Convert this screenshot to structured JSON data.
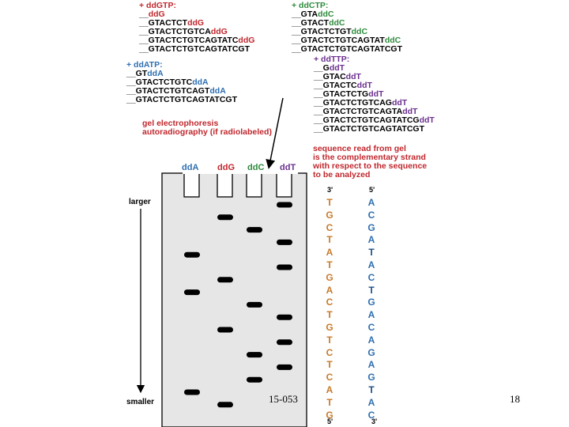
{
  "colors": {
    "G": "#c1272d",
    "C": "#2e8b3d",
    "A": "#2f6fb0",
    "T": "#6b2f8f",
    "note": "#c1272d",
    "read": "#c87a2a",
    "comp": "#2f6fb0"
  },
  "blocks": {
    "ddGTP": {
      "head": "+ ddGTP:",
      "color": "#c1272d",
      "lines": [
        {
          "pre": "__",
          "base": "",
          "dd": "ddG"
        },
        {
          "pre": "__",
          "base": "GTACTCT",
          "dd": "ddG"
        },
        {
          "pre": "__",
          "base": "GTACTCTGTCA",
          "dd": "ddG"
        },
        {
          "pre": "__",
          "base": "GTACTCTGTCAGTATC",
          "dd": "ddG"
        },
        {
          "pre": "__",
          "base": "GTACTCTGTCAGTATCGT",
          "dd": ""
        }
      ]
    },
    "ddCTP": {
      "head": "+ ddCTP:",
      "color": "#2e8b3d",
      "lines": [
        {
          "pre": "__",
          "base": "GTA",
          "dd": "ddC"
        },
        {
          "pre": "__",
          "base": "GTACT",
          "dd": "ddC"
        },
        {
          "pre": "__",
          "base": "GTACTCTGT",
          "dd": "ddC"
        },
        {
          "pre": "__",
          "base": "GTACTCTGTCAGTAT",
          "dd": "ddC"
        },
        {
          "pre": "__",
          "base": "GTACTCTGTCAGTATCGT",
          "dd": ""
        }
      ]
    },
    "ddATP": {
      "head": "+ ddATP:",
      "color": "#2f6fb0",
      "lines": [
        {
          "pre": "__",
          "base": "GT",
          "dd": "ddA"
        },
        {
          "pre": "__",
          "base": "GTACTCTGTC",
          "dd": "ddA"
        },
        {
          "pre": "__",
          "base": "GTACTCTGTCAGT",
          "dd": "ddA"
        },
        {
          "pre": "__",
          "base": "GTACTCTGTCAGTATCGT",
          "dd": ""
        }
      ]
    },
    "ddTTP": {
      "head": "+ ddTTP:",
      "color": "#6b2f8f",
      "lines": [
        {
          "pre": "__",
          "base": "G",
          "dd": "ddT"
        },
        {
          "pre": "__",
          "base": "GTAC",
          "dd": "ddT"
        },
        {
          "pre": "__",
          "base": "GTACTC",
          "dd": "ddT"
        },
        {
          "pre": "__",
          "base": "GTACTCTG",
          "dd": "ddT"
        },
        {
          "pre": "__",
          "base": "GTACTCTGTCAG",
          "dd": "ddT"
        },
        {
          "pre": "__",
          "base": "GTACTCTGTCAGTA",
          "dd": "ddT"
        },
        {
          "pre": "__",
          "base": "GTACTCTGTCAGTATCG",
          "dd": "ddT"
        },
        {
          "pre": "__",
          "base": "GTACTCTGTCAGTATCGT",
          "dd": ""
        }
      ]
    }
  },
  "gel_note": [
    "gel electrophoresis",
    "autoradiography (if radiolabeled)"
  ],
  "read_note": [
    "sequence read from gel",
    "is the complementary strand",
    "with respect to the sequence",
    "to be analyzed"
  ],
  "lanes": [
    {
      "label": "ddA",
      "color": "#2f6fb0"
    },
    {
      "label": "ddG",
      "color": "#c1272d"
    },
    {
      "label": "ddC",
      "color": "#2e8b3d"
    },
    {
      "label": "ddT",
      "color": "#6b2f8f"
    }
  ],
  "side": {
    "larger": "larger",
    "smaller": "smaller"
  },
  "bands": [
    {
      "lane": 3,
      "row": 0
    },
    {
      "lane": 1,
      "row": 1
    },
    {
      "lane": 2,
      "row": 2
    },
    {
      "lane": 3,
      "row": 3
    },
    {
      "lane": 0,
      "row": 4
    },
    {
      "lane": 3,
      "row": 5
    },
    {
      "lane": 1,
      "row": 6
    },
    {
      "lane": 0,
      "row": 7
    },
    {
      "lane": 2,
      "row": 8
    },
    {
      "lane": 3,
      "row": 9
    },
    {
      "lane": 1,
      "row": 10
    },
    {
      "lane": 3,
      "row": 11
    },
    {
      "lane": 2,
      "row": 12
    },
    {
      "lane": 3,
      "row": 13
    },
    {
      "lane": 2,
      "row": 14
    },
    {
      "lane": 0,
      "row": 15
    },
    {
      "lane": 1,
      "row": 16
    }
  ],
  "read_seq": {
    "top": "3'",
    "bottom": "5'",
    "bases": [
      "T",
      "G",
      "C",
      "T",
      "A",
      "T",
      "G",
      "A",
      "C",
      "T",
      "G",
      "T",
      "C",
      "T",
      "C",
      "A",
      "T",
      "G"
    ]
  },
  "comp_seq": {
    "top": "5'",
    "bottom": "3'",
    "bases": [
      "A",
      "C",
      "G",
      "A",
      "T",
      "A",
      "C",
      "T",
      "G",
      "A",
      "C",
      "A",
      "G",
      "A",
      "G",
      "T",
      "A",
      "C"
    ]
  },
  "footer": {
    "left": "15-053",
    "right": "18"
  }
}
